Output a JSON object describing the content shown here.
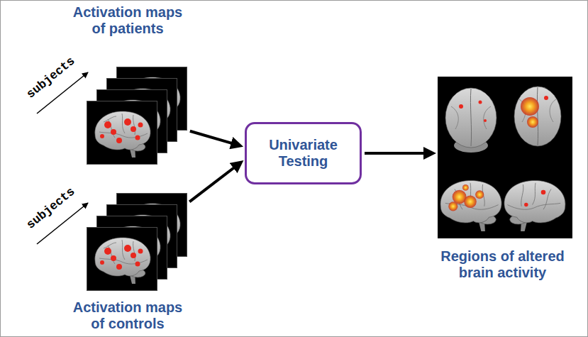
{
  "diagram": {
    "nodes": [
      {
        "text": [
          "Activation maps of patients"
        ]
      },
      {
        "text": [
          "Activation maps of controls"
        ]
      },
      {
        "text": [
          "Univariate Testing"
        ]
      },
      {
        "text": [
          "Regions of altered brain activity"
        ]
      }
    ],
    "edges": [
      {
        "from": 0,
        "to": 2,
        "arrow": "to"
      },
      {
        "from": 1,
        "to": 2,
        "arrow": "to"
      },
      {
        "from": 2,
        "to": 3,
        "arrow": "to"
      }
    ],
    "labels": [
      "subjects",
      "subjects"
    ]
  }
}
